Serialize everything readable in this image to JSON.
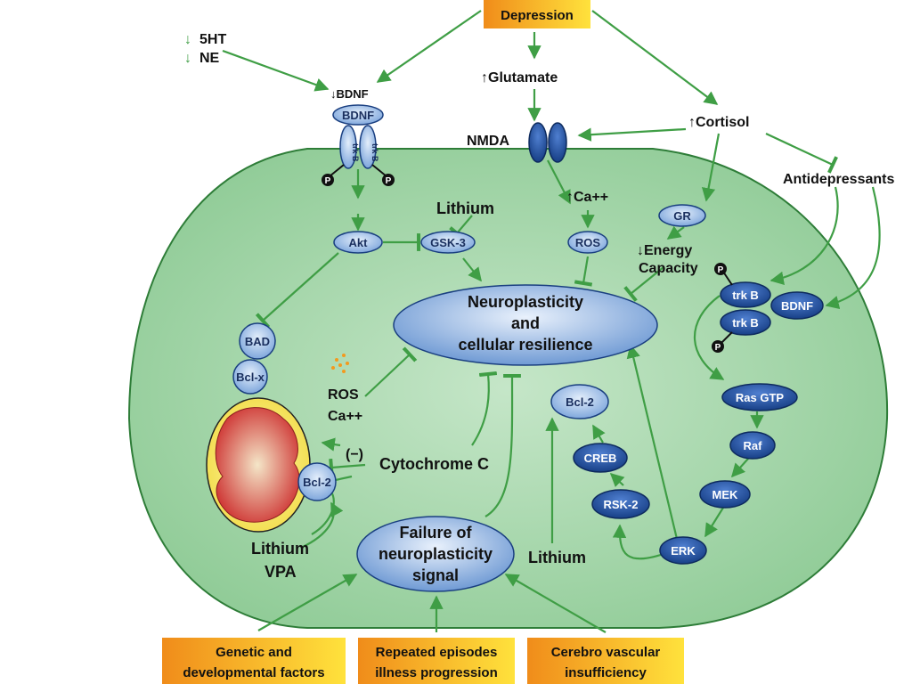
{
  "top": {
    "stress_depression": "Depression"
  },
  "neurotransmitters": {
    "sht": "5HT",
    "ne": "NE",
    "down_arrow": "↓",
    "up_arrow": "↑"
  },
  "receptor": {
    "bdnf_top": "↓BDNF",
    "bdnf": "BDNF",
    "trkb": "trk B",
    "p": "P"
  },
  "glutamate": "↑Glutamate",
  "nmda": "NMDA",
  "cortisol": "↑Cortisol",
  "antidepressants": "Antidepressants",
  "lithium_top": "Lithium",
  "nodes": {
    "akt": "Akt",
    "gsk3": "GSK-3",
    "ca": "↑Ca++",
    "ros": "ROS",
    "gr": "GR",
    "energy_1": "↓Energy",
    "energy_2": "Capacity",
    "bad": "BAD",
    "bclx": "Bcl-x",
    "bcl2_left": "Bcl-2",
    "bcl2_mid": "Bcl-2",
    "creb": "CREB",
    "rsk2": "RSK-2",
    "erk": "ERK",
    "mek": "MEK",
    "raf": "Raf",
    "rasgtp": "Ras GTP",
    "trkb1": "trk B",
    "trkb2": "trk B",
    "bdnf_right": "BDNF"
  },
  "center": {
    "line1": "Neuroplasticity",
    "line2": "and",
    "line3": "cellular resilience"
  },
  "failure": {
    "line1": "Failure of",
    "line2": "neuroplasticity",
    "line3": "signal"
  },
  "ros_ca": {
    "ros": "ROS",
    "ca": "Ca++"
  },
  "minus": "(−)",
  "cytochrome": "Cytochrome C",
  "lithium_vpa": {
    "line1": "Lithium",
    "line2": "VPA"
  },
  "lithium_bottom": "Lithium",
  "boxes": [
    {
      "line1": "Genetic and",
      "line2": "developmental factors"
    },
    {
      "line1": "Repeated episodes",
      "line2": "illness progression"
    },
    {
      "line1": "Cerebro vascular",
      "line2": "insufficiency"
    }
  ],
  "colors": {
    "arrow": "#4aa64a",
    "cell": "#a9d9ad",
    "dark_node": "#1f4f9a",
    "light_node": "#aac6ea",
    "orange": "#f39a1e"
  }
}
